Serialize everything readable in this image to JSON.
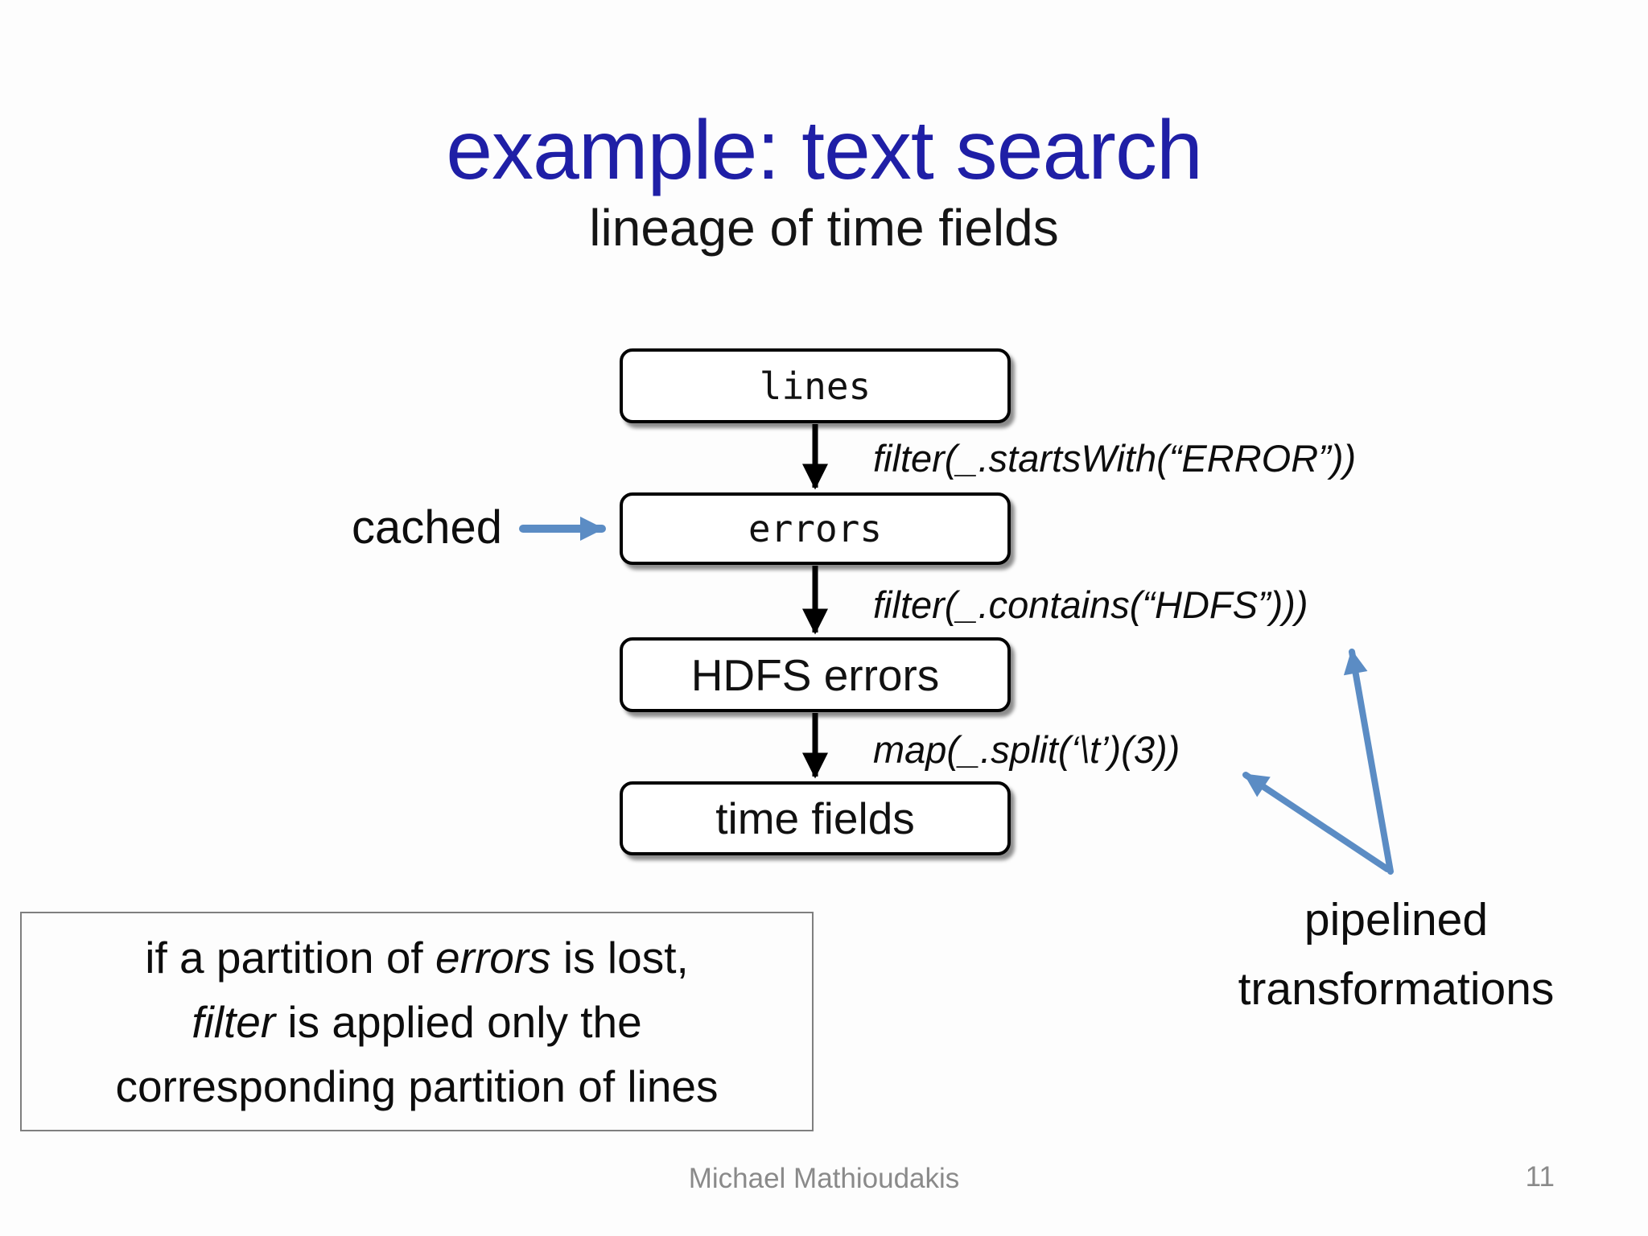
{
  "slide": {
    "title": "example: text search",
    "subtitle": "lineage of time fields"
  },
  "colors": {
    "title_blue": "#1f1fa6",
    "arrow_blue": "#5b8cc4",
    "box_border": "#000000",
    "note_border": "#7f7f7f",
    "footer_gray": "#8a8a8a"
  },
  "diagram": {
    "nodes": [
      {
        "label": "lines"
      },
      {
        "label": "errors"
      },
      {
        "label": "HDFS errors"
      },
      {
        "label": "time fields"
      }
    ],
    "edges": [
      {
        "label": "filter(_.startsWith(“ERROR”))"
      },
      {
        "label": "filter(_.contains(“HDFS”)))"
      },
      {
        "label": "map(_.split(‘\\t’)(3))"
      }
    ],
    "cached_label": "cached",
    "pipelined": {
      "line1": "pipelined",
      "line2": "transformations"
    }
  },
  "note": {
    "l1a": "if a partition of ",
    "l1b": "errors",
    "l1c": " is lost,",
    "l2a": "filter",
    "l2b": " is applied only the",
    "l3": "corresponding partition of lines"
  },
  "footer": {
    "author": "Michael Mathioudakis",
    "page": "11"
  }
}
